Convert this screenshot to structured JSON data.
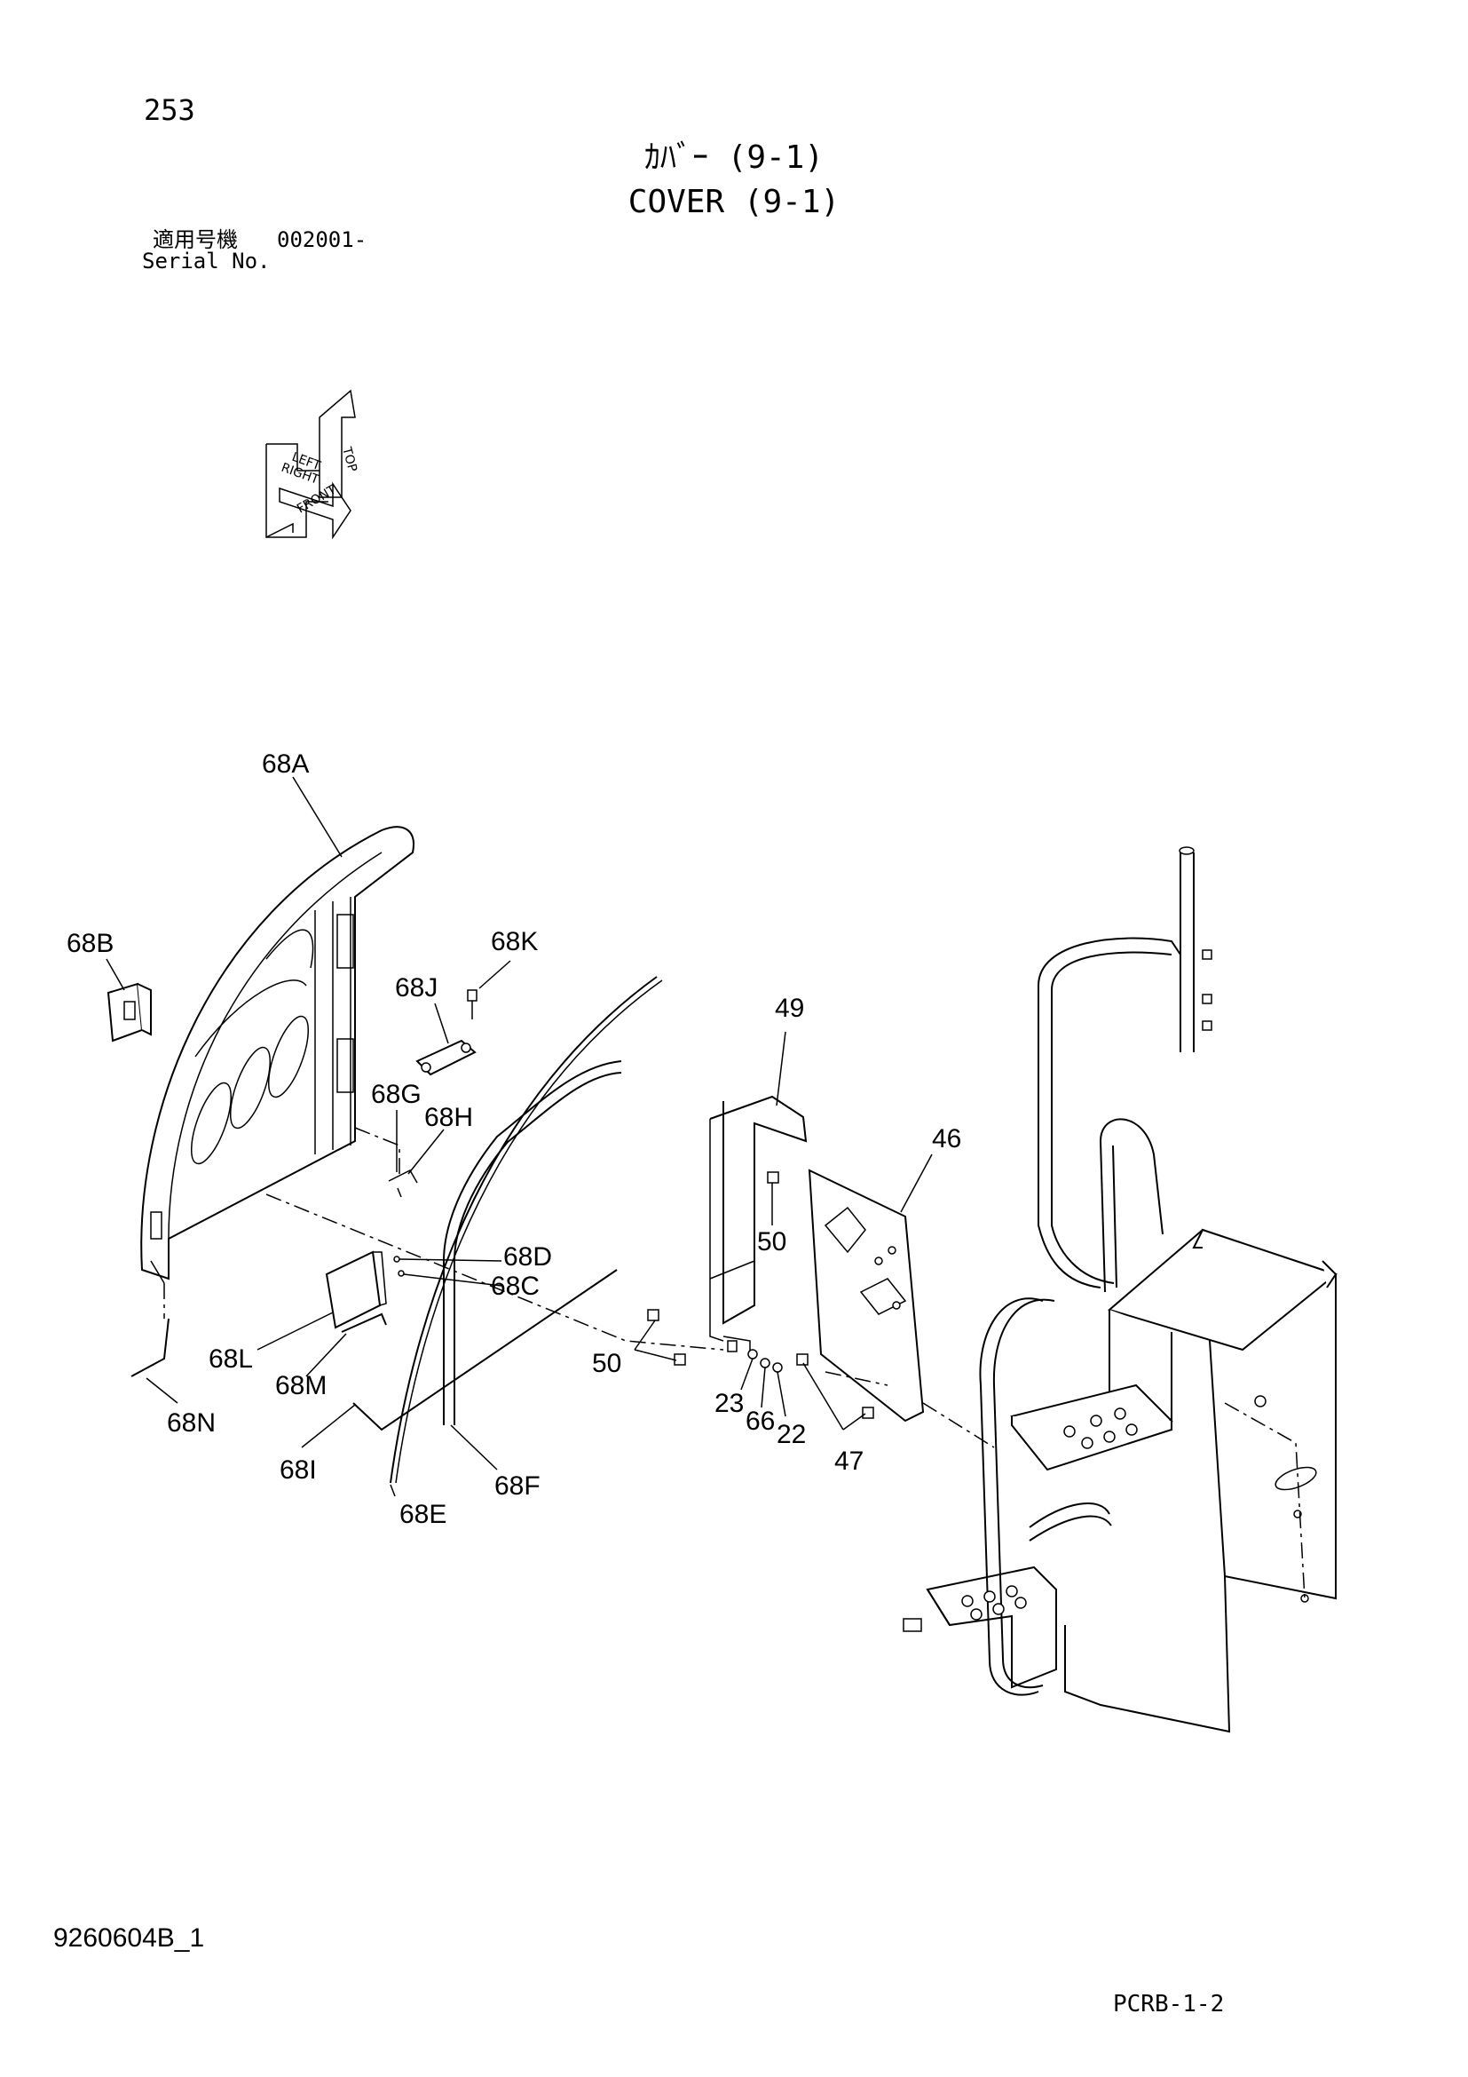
{
  "header": {
    "page_number": "253",
    "title_jp": "ｶﾊﾞｰ (9-1)",
    "title_en": "COVER (9-1)",
    "serial_label_jp": "適用号機",
    "serial_value": "002001-",
    "serial_label_en": "Serial No."
  },
  "orientation": {
    "labels": [
      "TOP",
      "LEFT",
      "RIGHT",
      "FRONT"
    ]
  },
  "callouts": [
    {
      "id": "68A",
      "text": "68A"
    },
    {
      "id": "68B",
      "text": "68B"
    },
    {
      "id": "68K",
      "text": "68K"
    },
    {
      "id": "68J",
      "text": "68J"
    },
    {
      "id": "68G",
      "text": "68G"
    },
    {
      "id": "68H",
      "text": "68H"
    },
    {
      "id": "68D",
      "text": "68D"
    },
    {
      "id": "68C",
      "text": "68C"
    },
    {
      "id": "68L",
      "text": "68L"
    },
    {
      "id": "68M",
      "text": "68M"
    },
    {
      "id": "68N",
      "text": "68N"
    },
    {
      "id": "68I",
      "text": "68I"
    },
    {
      "id": "68E",
      "text": "68E"
    },
    {
      "id": "68F",
      "text": "68F"
    },
    {
      "id": "49",
      "text": "49"
    },
    {
      "id": "46",
      "text": "46"
    },
    {
      "id": "50a",
      "text": "50"
    },
    {
      "id": "50b",
      "text": "50"
    },
    {
      "id": "23",
      "text": "23"
    },
    {
      "id": "66",
      "text": "66"
    },
    {
      "id": "22",
      "text": "22"
    },
    {
      "id": "47",
      "text": "47"
    }
  ],
  "footer": {
    "document_id": "9260604B_1",
    "page_code": "PCRB-1-2"
  }
}
